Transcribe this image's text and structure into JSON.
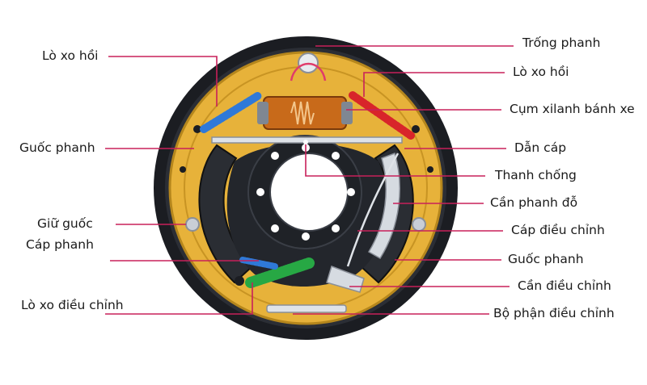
{
  "colors": {
    "leader_line": "#c8205a",
    "drum_outer": "#1b1d22",
    "backing_plate": "#e7b23a",
    "backing_plate_edge": "#b5861c",
    "shoe_lining": "#2a2d33",
    "spring_blue": "#2f79d8",
    "spring_red": "#d8252a",
    "spring_green": "#27a844",
    "cylinder": "#c86a1a",
    "metal": "#c9ced6"
  },
  "labels_left": [
    {
      "id": "lo-xo-hoi-left",
      "text": "Lò xo hồi"
    },
    {
      "id": "guoc-phanh-left",
      "text": "Guốc phanh"
    },
    {
      "id": "giu-guoc",
      "text": "Giữ guốc"
    },
    {
      "id": "cap-phanh",
      "text": "Cáp phanh"
    },
    {
      "id": "lo-xo-dieu-chinh",
      "text": "Lò xo điều chỉnh"
    }
  ],
  "labels_right": [
    {
      "id": "trong-phanh",
      "text": "Trống phanh"
    },
    {
      "id": "lo-xo-hoi-right",
      "text": "Lò xo hồi"
    },
    {
      "id": "cum-xilanh",
      "text": "Cụm xilanh bánh xe"
    },
    {
      "id": "dan-cap",
      "text": "Dẫn cáp"
    },
    {
      "id": "thanh-chong",
      "text": "Thanh chống"
    },
    {
      "id": "can-phanh-do",
      "text": "Cần phanh đỗ"
    },
    {
      "id": "cap-dieu-chinh",
      "text": "Cáp điều chỉnh"
    },
    {
      "id": "guoc-phanh-right",
      "text": "Guốc phanh"
    },
    {
      "id": "can-dieu-chinh",
      "text": "Cần điều chỉnh"
    },
    {
      "id": "bo-phan-dieu-chinh",
      "text": "Bộ phận điều chỉnh"
    }
  ]
}
